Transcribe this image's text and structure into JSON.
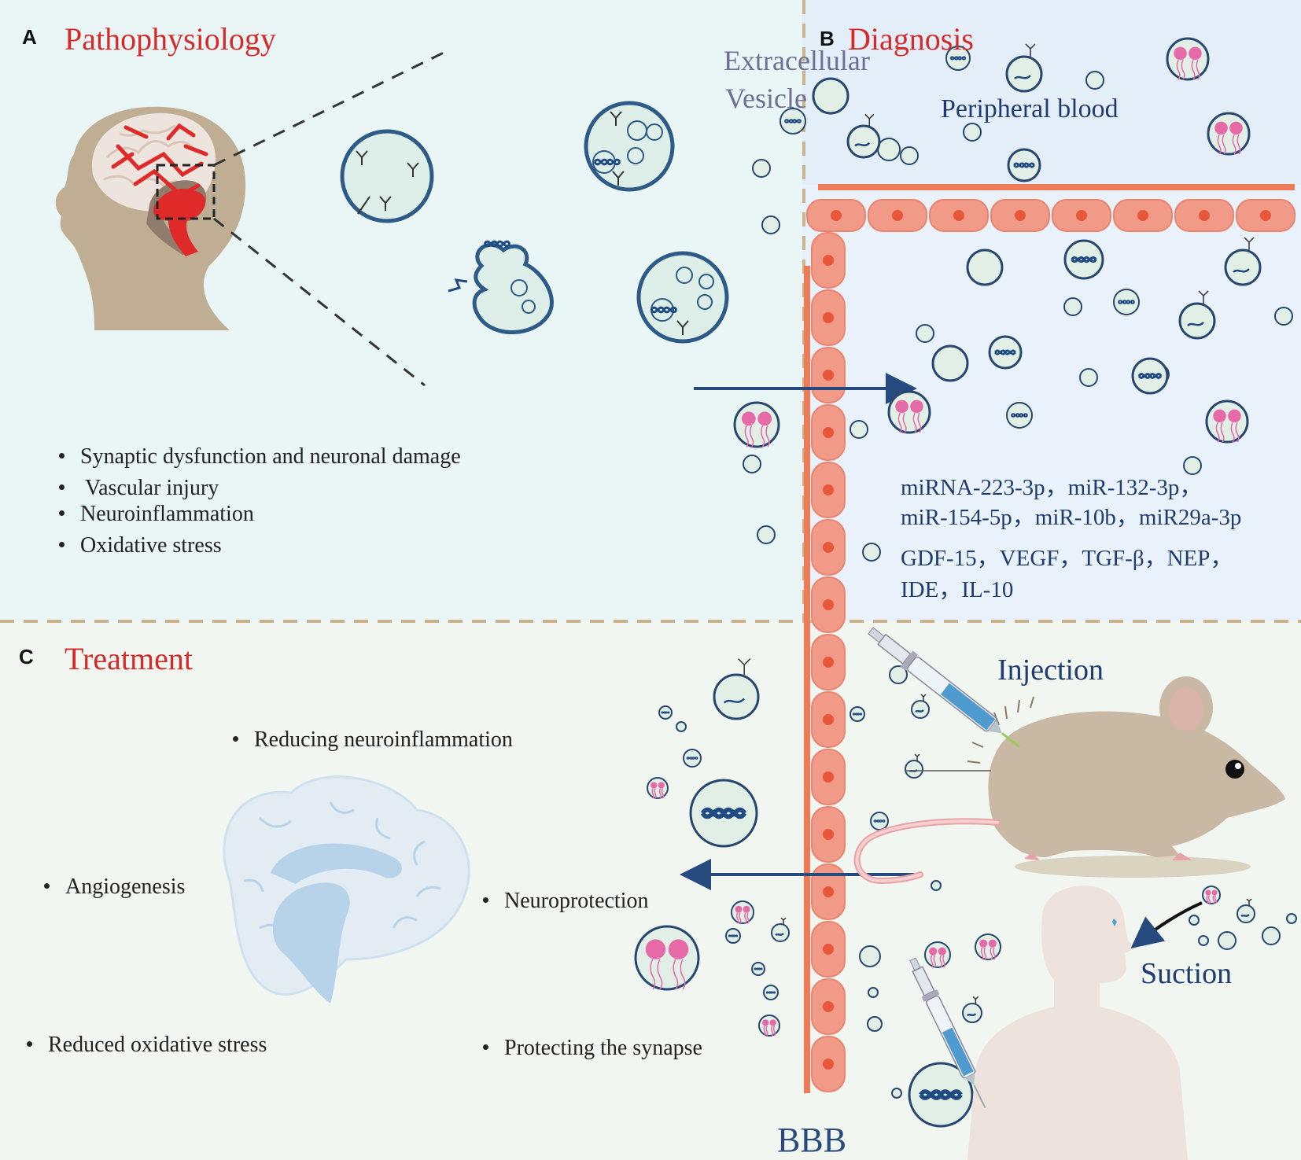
{
  "panels": {
    "a": {
      "letter": "A",
      "title": "Pathophysiology",
      "bullets": [
        "Synaptic dysfunction and neuronal damage",
        "Vascular injury",
        "Neuroinflammation",
        "Oxidative stress"
      ]
    },
    "b": {
      "letter": "B",
      "title": "Diagnosis",
      "ev_label_line1": "Extracellular",
      "ev_label_line2": "Vesicle",
      "blood_label": "Peripheral blood",
      "markers": [
        "miRNA-223-3p，miR-132-3p，",
        "miR-154-5p，miR-10b，miR29a-3p",
        "GDF-15，VEGF，TGF-β，NEP，",
        "IDE，IL-10"
      ]
    },
    "c": {
      "letter": "C",
      "title": "Treatment",
      "bullets": {
        "neuroinflammation": "Reducing neuroinflammation",
        "angiogenesis": "Angiogenesis",
        "neuroprotection": "Neuroprotection",
        "oxidative": "Reduced oxidative stress",
        "synapse": "Protecting the synapse"
      },
      "injection": "Injection",
      "suction": "Suction"
    }
  },
  "bbb_label": "BBB",
  "colors": {
    "panel_a_bg": "#e9f6f5",
    "panel_b_bg": "#e9f2fb",
    "panel_c_bg": "#f1f6f1",
    "title_red": "#d42a2a",
    "text_navy": "#1f3b70",
    "vesicle_outline": "#2d5a86",
    "endothelium": "#f29a88",
    "nucleus": "#e9573b",
    "membrane": "#ee7b58",
    "arrow": "#264a7d",
    "brain_vessel": "#e02a2a",
    "mouse_body": "#c9b8a4",
    "human_silhouette": "#ede3dc"
  }
}
